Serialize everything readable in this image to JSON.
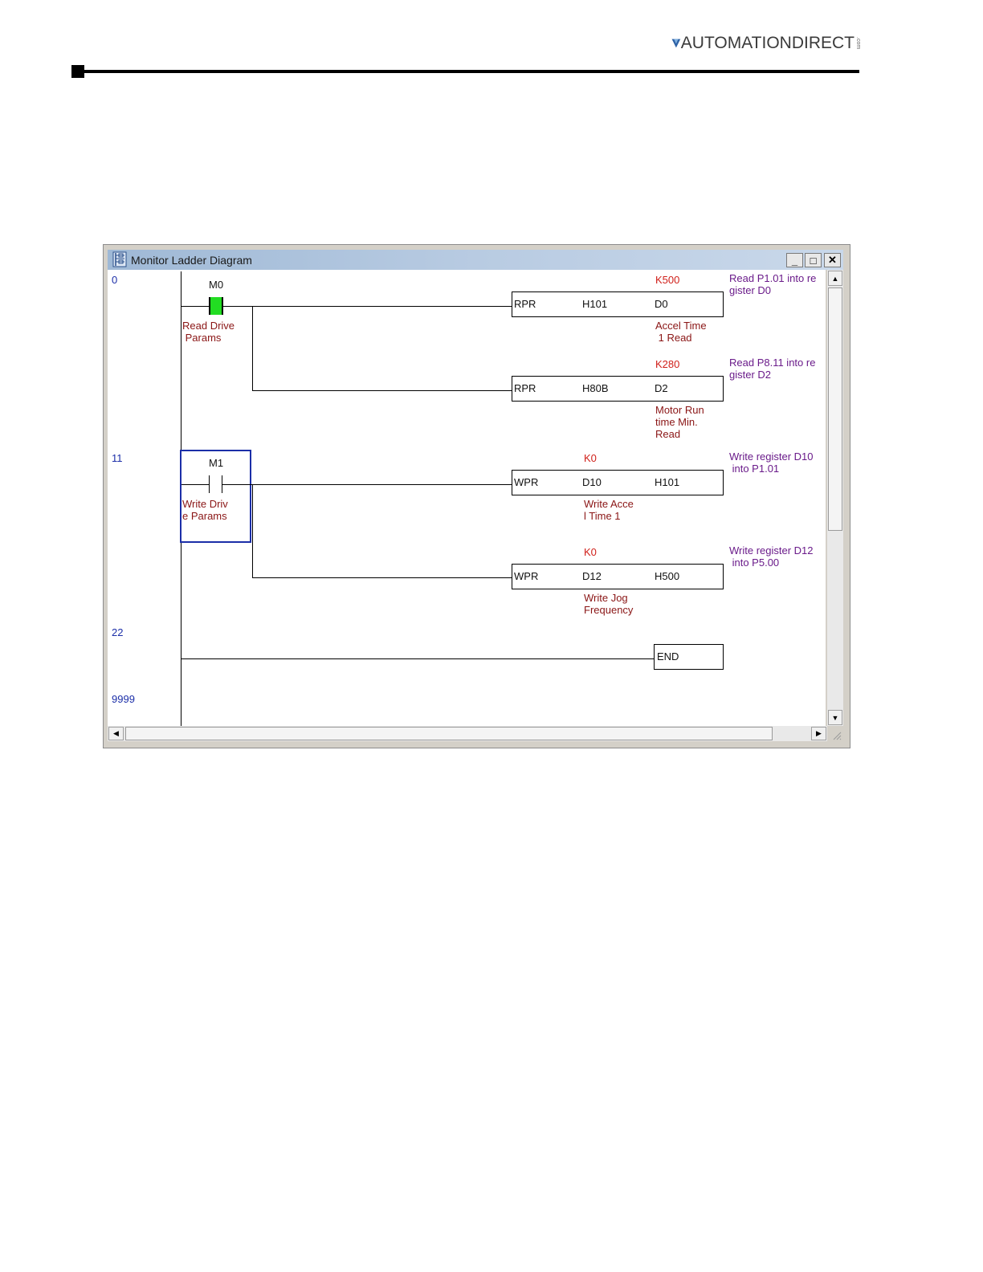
{
  "brand": {
    "name": "AUTOMATIONDIRECT",
    "suffix": ".com"
  },
  "window": {
    "title": "Monitor Ladder Diagram",
    "buttons": {
      "minimize": "_",
      "maximize": "□",
      "close": "✕"
    }
  },
  "colors": {
    "contact_active": "#22dd22",
    "selection": "#1b2ea8",
    "constant": "#d0201a",
    "comment": "#6a1b8a"
  },
  "rungs": [
    {
      "step": "0",
      "contact": {
        "name": "M0",
        "label_lines": [
          "Read Drive",
          " Params"
        ],
        "state": "on"
      },
      "instructions": [
        {
          "op": "RPR",
          "s1": "H101",
          "s2": "D0",
          "value": "K500",
          "label_lines": [
            "Accel Time",
            " 1 Read"
          ],
          "comment_lines": [
            "Read P1.01 into re",
            "gister D0"
          ]
        },
        {
          "op": "RPR",
          "s1": "H80B",
          "s2": "D2",
          "value": "K280",
          "label_lines": [
            "Motor Run",
            "time Min.",
            "Read"
          ],
          "comment_lines": [
            "Read P8.11 into re",
            "gister D2"
          ]
        }
      ]
    },
    {
      "step": "11",
      "contact": {
        "name": "M1",
        "label_lines": [
          "Write Driv",
          "e Params"
        ],
        "state": "off"
      },
      "instructions": [
        {
          "op": "WPR",
          "s1": "D10",
          "s2": "H101",
          "value": "K0",
          "label_lines": [
            "Write Acce",
            "l Time 1"
          ],
          "comment_lines": [
            "Write register D10",
            " into P1.01"
          ]
        },
        {
          "op": "WPR",
          "s1": "D12",
          "s2": "H500",
          "value": "K0",
          "label_lines": [
            "Write Jog",
            "Frequency"
          ],
          "comment_lines": [
            "Write register D12",
            " into P5.00"
          ]
        }
      ]
    },
    {
      "step": "22",
      "end_label": "END"
    },
    {
      "step": "9999"
    }
  ],
  "scrollbars": {
    "up": "▲",
    "down": "▼",
    "left": "◀",
    "right": "▶"
  }
}
